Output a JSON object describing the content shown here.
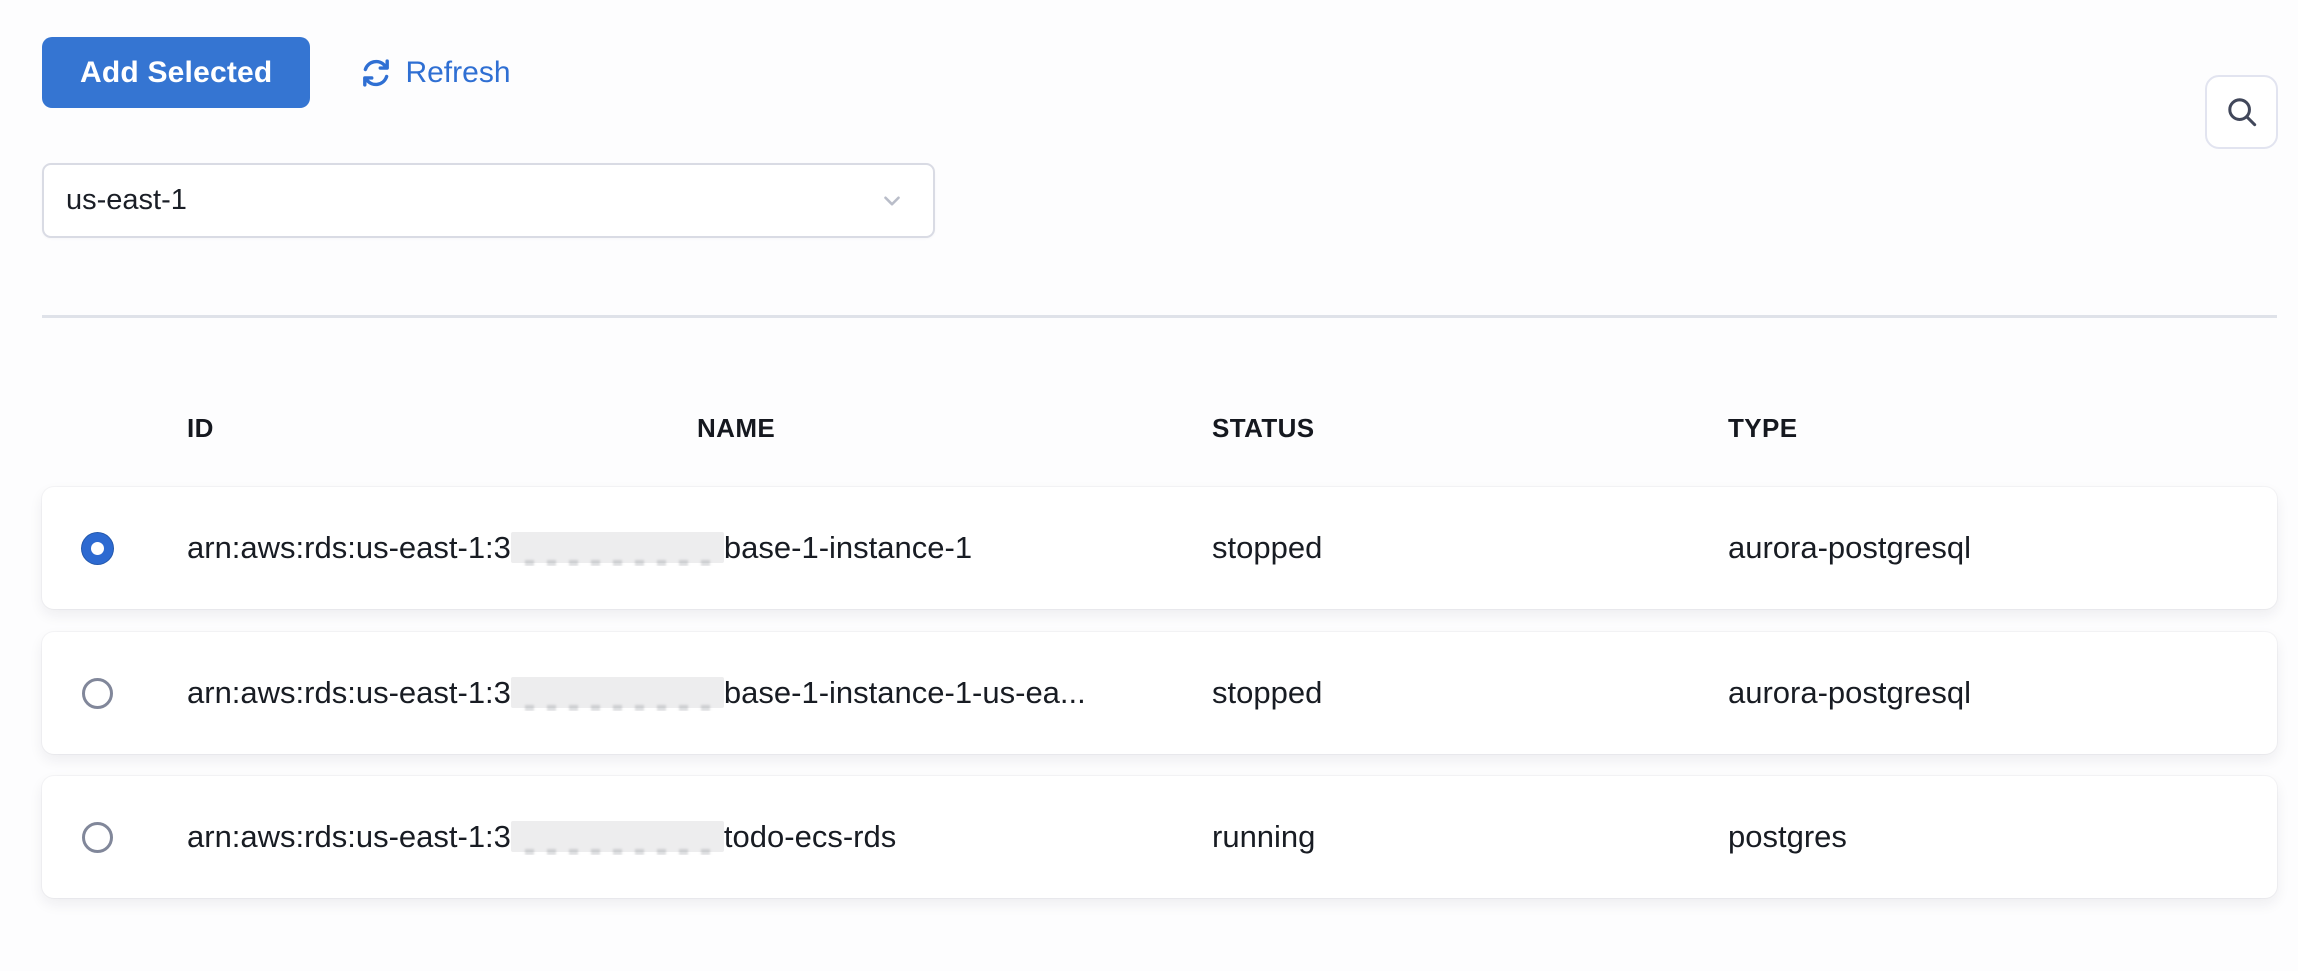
{
  "toolbar": {
    "add_selected_label": "Add Selected",
    "refresh_label": "Refresh",
    "search_icon": "magnifier-icon"
  },
  "region_select": {
    "value": "us-east-1",
    "chevron_icon": "chevron-down"
  },
  "table": {
    "columns": [
      "ID",
      "NAME",
      "STATUS",
      "TYPE"
    ],
    "rows": [
      {
        "selected": true,
        "id_prefix": "arn:aws:rds:us-east-1:3",
        "id_redacted": true,
        "id_suffix": "base-1-instance-1",
        "status": "stopped",
        "type": "aurora-postgresql"
      },
      {
        "selected": false,
        "id_prefix": "arn:aws:rds:us-east-1:3",
        "id_redacted": true,
        "id_suffix": "base-1-instance-1-us-ea...",
        "status": "stopped",
        "type": "aurora-postgresql"
      },
      {
        "selected": false,
        "id_prefix": "arn:aws:rds:us-east-1:3",
        "id_redacted": true,
        "id_suffix": "todo-ecs-rds",
        "status": "running",
        "type": "postgres"
      }
    ]
  },
  "colors": {
    "accent_blue": "#3575d2",
    "refresh_blue": "#2f6fd3",
    "radio_selected_blue": "#2d6ad1",
    "divider_gray": "#dfe2e9",
    "redaction_gray": "#ededee",
    "text_dark": "#181c23"
  }
}
